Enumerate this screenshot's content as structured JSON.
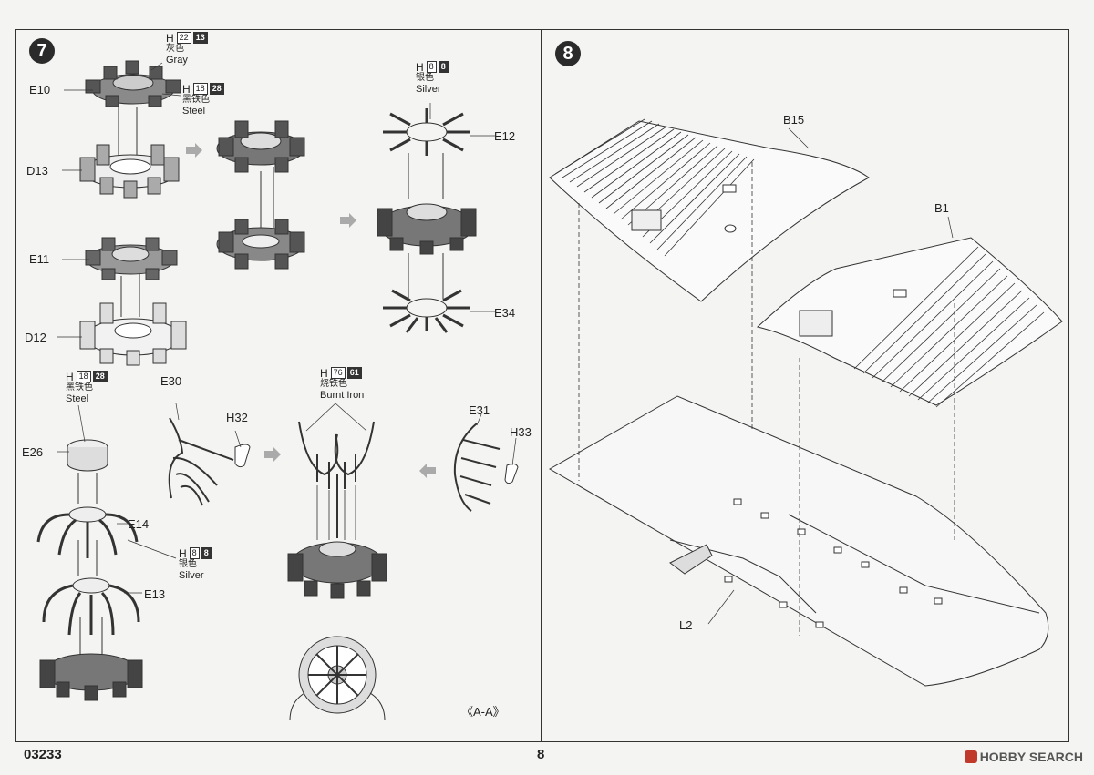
{
  "step7": {
    "number": "7",
    "labels": {
      "e10": "E10",
      "d13": "D13",
      "e11": "E11",
      "d12": "D12",
      "e12": "E12",
      "e34": "E34",
      "e30": "E30",
      "h32": "H32",
      "e31": "E31",
      "h33": "H33",
      "e26": "E26",
      "e14": "E14",
      "e13": "E13",
      "section": "《A-A》"
    },
    "paints": [
      {
        "h": "H",
        "c1": "22",
        "c2": "13",
        "cn": "灰色",
        "en": "Gray"
      },
      {
        "h": "H",
        "c1": "18",
        "c2": "28",
        "cn": "黑铁色",
        "en": "Steel"
      },
      {
        "h": "H",
        "c1": "8",
        "c2": "8",
        "cn": "银色",
        "en": "Silver"
      },
      {
        "h": "H",
        "c1": "18",
        "c2": "28",
        "cn": "黑铁色",
        "en": "Steel"
      },
      {
        "h": "H",
        "c1": "76",
        "c2": "61",
        "cn": "烧铁色",
        "en": "Burnt Iron"
      },
      {
        "h": "H",
        "c1": "8",
        "c2": "8",
        "cn": "银色",
        "en": "Silver"
      }
    ]
  },
  "step8": {
    "number": "8",
    "labels": {
      "b15": "B15",
      "b1": "B1",
      "l2": "L2"
    }
  },
  "footer": {
    "code": "03233",
    "page": "8",
    "brand": "HOBBY SEARCH"
  }
}
